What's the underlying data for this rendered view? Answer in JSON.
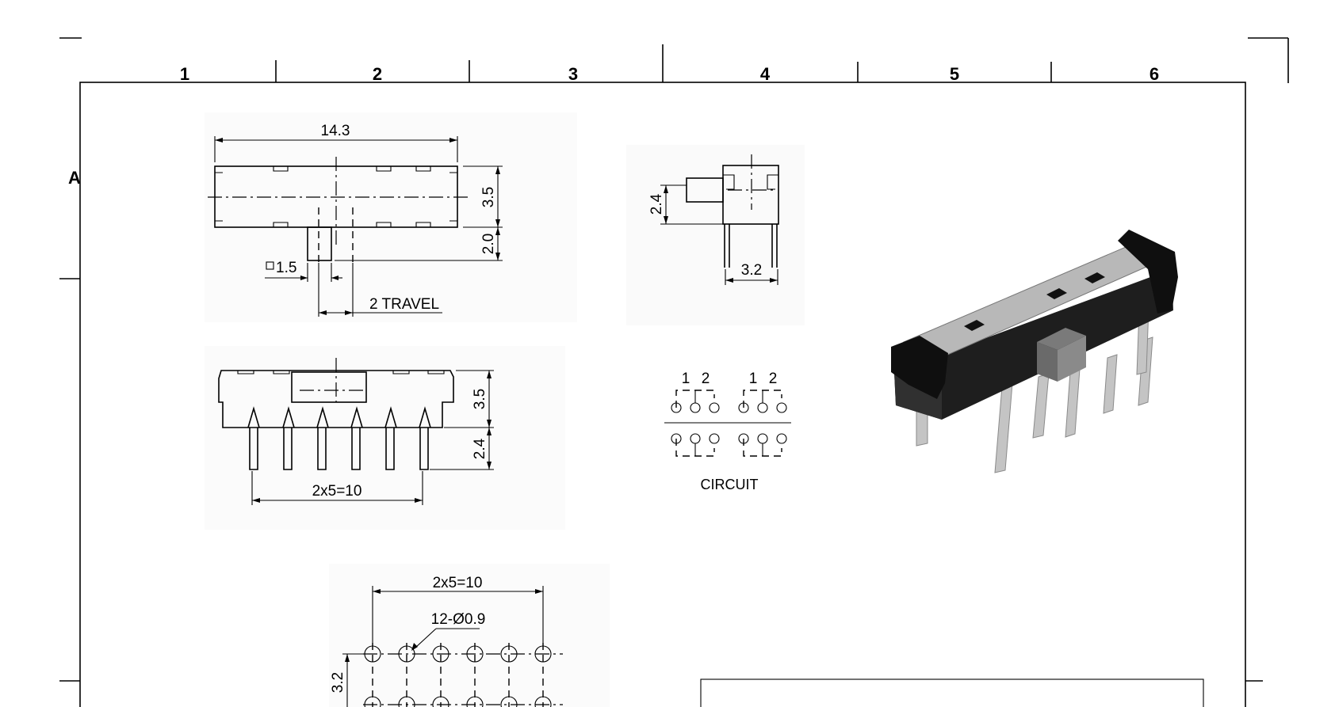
{
  "border": {
    "zones_top": [
      "1",
      "2",
      "3",
      "4",
      "5",
      "6"
    ],
    "zone_left": "A"
  },
  "top_view": {
    "width_dim": "14.3",
    "height_dim": "3.5",
    "actuator_dim": "2.0",
    "actuator_size": "1.5",
    "travel": "2 TRAVEL"
  },
  "side_view": {
    "height_dim": "2.4",
    "width_dim": "3.2"
  },
  "front_view": {
    "body_dim": "3.5",
    "pin_dim": "2.4",
    "pitch_dim": "2x5=10"
  },
  "circuit": {
    "pole_labels": [
      "1",
      "2",
      "1",
      "2"
    ],
    "label": "CIRCUIT"
  },
  "pcb_layout": {
    "pitch_dim": "2x5=10",
    "hole_dim": "12-Ø0.9",
    "row_dim": "3.2"
  }
}
